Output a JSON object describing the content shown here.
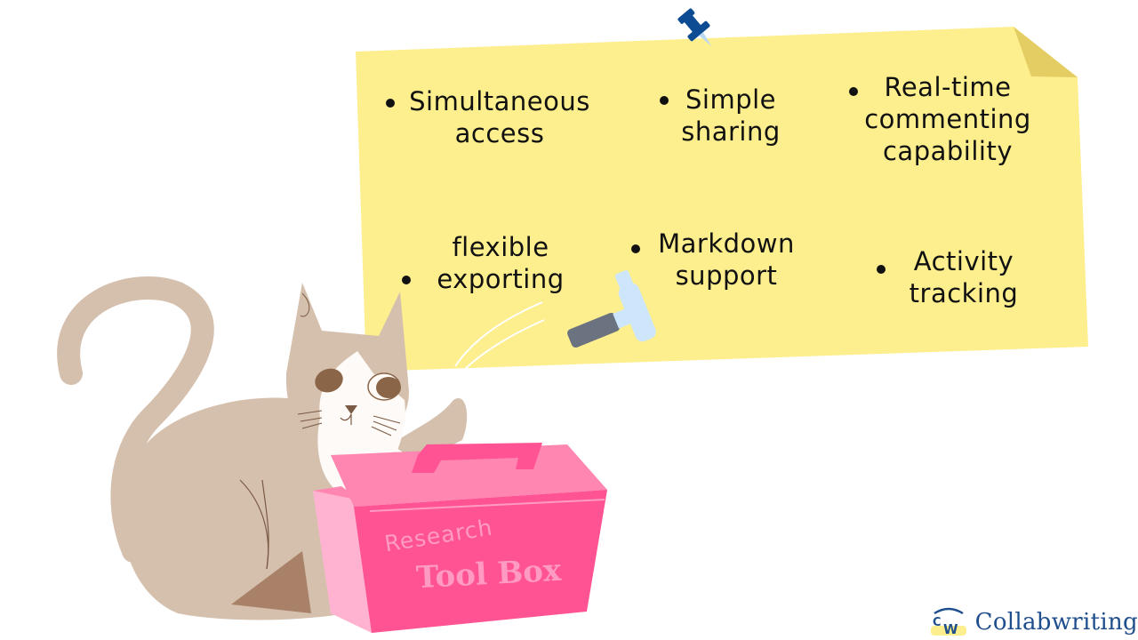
{
  "note": {
    "background_color": "#fdee8e",
    "fold_color": "#e4cd63",
    "items": [
      {
        "label": "Simultaneous\naccess"
      },
      {
        "label": "Simple\nsharing"
      },
      {
        "label": "Real-time\ncommenting\ncapability"
      },
      {
        "label": "flexible\nexporting"
      },
      {
        "label": "Markdown\nsupport"
      },
      {
        "label": "Activity\ntracking"
      }
    ]
  },
  "toolbox": {
    "line1": "Research",
    "line2": "Tool Box",
    "color": "#ff5394"
  },
  "brand": {
    "logo_text": "CW",
    "name": "Collabwriting",
    "color": "#1f4e8c"
  },
  "icons": {
    "pin": "push-pin-icon",
    "hammer": "hammer-icon",
    "logo": "collabwriting-logo-icon"
  }
}
